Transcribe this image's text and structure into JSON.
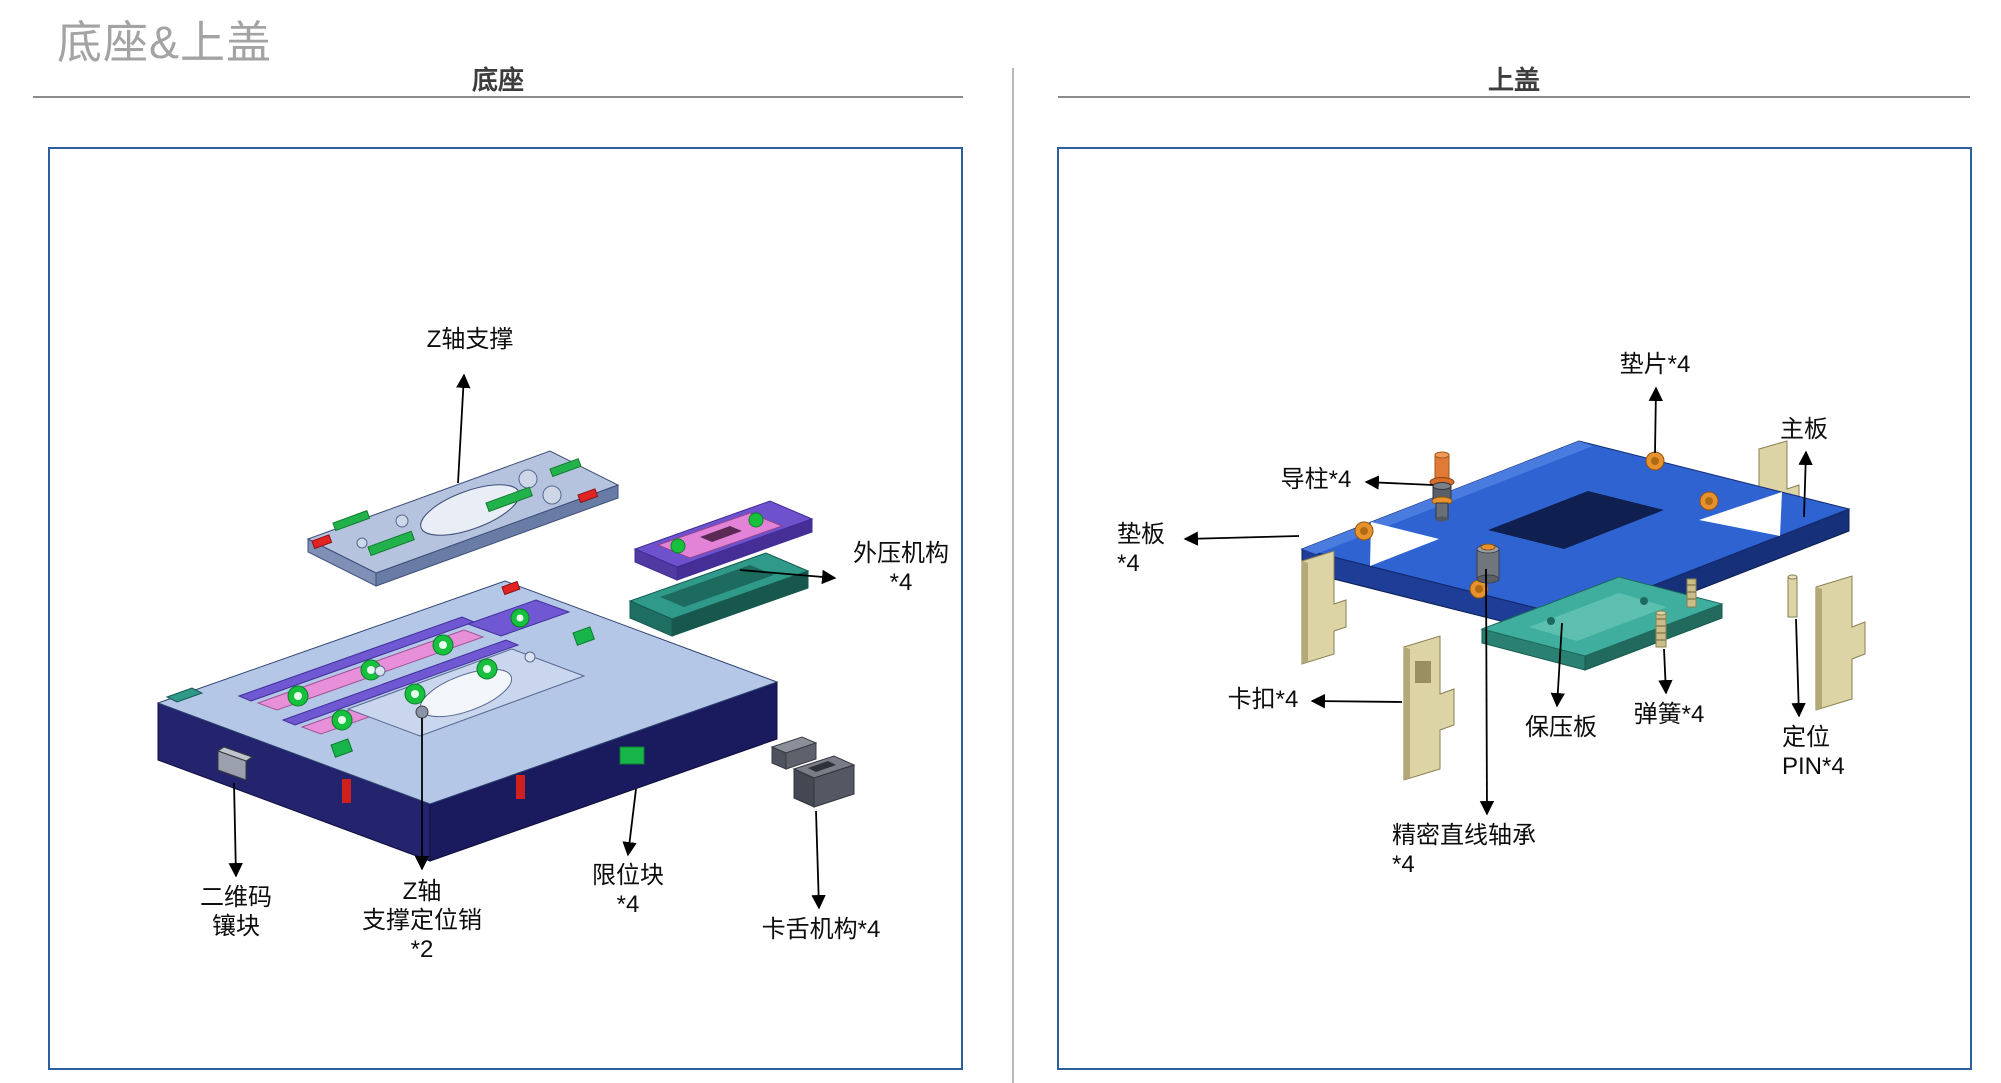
{
  "page": {
    "title": "底座&上盖"
  },
  "left_section": {
    "header": "底座",
    "labels": {
      "z_support": "Z轴支撑",
      "outer_press": [
        "外压机构",
        "*4"
      ],
      "qr_insert": [
        "二维码",
        "镶块"
      ],
      "z_support_pin": [
        "Z轴",
        "支撑定位销",
        "*2"
      ],
      "limit_block": [
        "限位块",
        "*4"
      ],
      "latch_mech": "卡舌机构*4"
    }
  },
  "right_section": {
    "header": "上盖",
    "labels": {
      "shim": "垫片*4",
      "main_board": "主板",
      "guide_post": "导柱*4",
      "backing_plate": [
        "垫板",
        "*4"
      ],
      "clip": "卡扣*4",
      "pressure_plate": "保压板",
      "spring": "弹簧*4",
      "locating_pin": [
        "定位",
        "PIN*4"
      ],
      "linear_bearing": [
        "精密直线轴承",
        "*4"
      ]
    }
  },
  "colors": {
    "panel_border": "#2d5f9e",
    "title_text": "#a3a3a3",
    "header_text": "#3d3d3d",
    "divider": "#b9b9b9",
    "arrow": "#000000",
    "cad_blue": "#2f63d2",
    "cad_navy": "#23236e",
    "cad_pink": "#e78fd8",
    "cad_purple": "#6f58d2",
    "cad_teal": "#3fae9e",
    "cad_green": "#17c13e",
    "cad_tan": "#ddd4a6",
    "cad_orange": "#e8922e",
    "cad_gray": "#8a8f9a"
  }
}
